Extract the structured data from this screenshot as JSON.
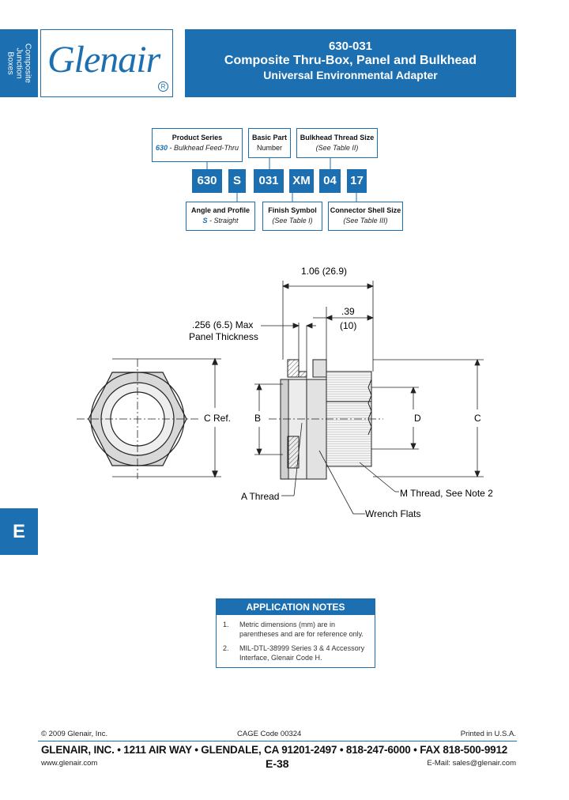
{
  "sidetab": {
    "lines": [
      "Composite",
      "Junction",
      "Boxes"
    ]
  },
  "logo": {
    "text": "Glenair",
    "reg": "R"
  },
  "header": {
    "part": "630-031",
    "title": "Composite Thru-Box, Panel and Bulkhead",
    "subtitle": "Universal Environmental Adapter"
  },
  "pn": {
    "product_series": {
      "title": "Product Series",
      "code": "630",
      "desc": " - Bulkhead Feed-Thru"
    },
    "basic_part": {
      "title1": "Basic Part",
      "title2": "Number"
    },
    "bulkhead_thread": {
      "title": "Bulkhead Thread Size",
      "sub": "(See Table II)"
    },
    "codes": [
      "630",
      "S",
      "031",
      "XM",
      "04",
      "17"
    ],
    "angle_profile": {
      "title": "Angle and Profile",
      "code": "S",
      "desc": " -  Straight"
    },
    "finish": {
      "title": "Finish Symbol",
      "sub": "(See Table I)"
    },
    "shell_size": {
      "title": "Connector Shell Size",
      "sub": "(See Table III)"
    }
  },
  "drawing": {
    "dim_overall": "1.06 (26.9)",
    "dim_39a": ".39",
    "dim_39b": "(10)",
    "panel1": ".256 (6.5) Max",
    "panel2": "Panel Thickness",
    "c_ref": "C Ref.",
    "b": "B",
    "d": "D",
    "c": "C",
    "a_thread": "A Thread",
    "m_thread": "M Thread, See Note 2",
    "wrench": "Wrench Flats"
  },
  "tab_letter": "E",
  "notes": {
    "title": "APPLICATION NOTES",
    "items": [
      {
        "n": "1.",
        "l1": "Metric dimensions (mm) are in",
        "l2": "parentheses and are for reference only."
      },
      {
        "n": "2.",
        "l1": "MIL-DTL-38999 Series 3 & 4 Accessory",
        "l2": "Interface, Glenair Code H."
      }
    ]
  },
  "footer": {
    "copyright": "© 2009 Glenair, Inc.",
    "cage": "CAGE Code 00324",
    "printed": "Printed in U.S.A.",
    "address": "GLENAIR, INC. • 1211 AIR WAY • GLENDALE, CA 91201-2497 • 818-247-6000 • FAX 818-500-9912",
    "web": "www.glenair.com",
    "page": "E-38",
    "email": "E-Mail: sales@glenair.com"
  }
}
